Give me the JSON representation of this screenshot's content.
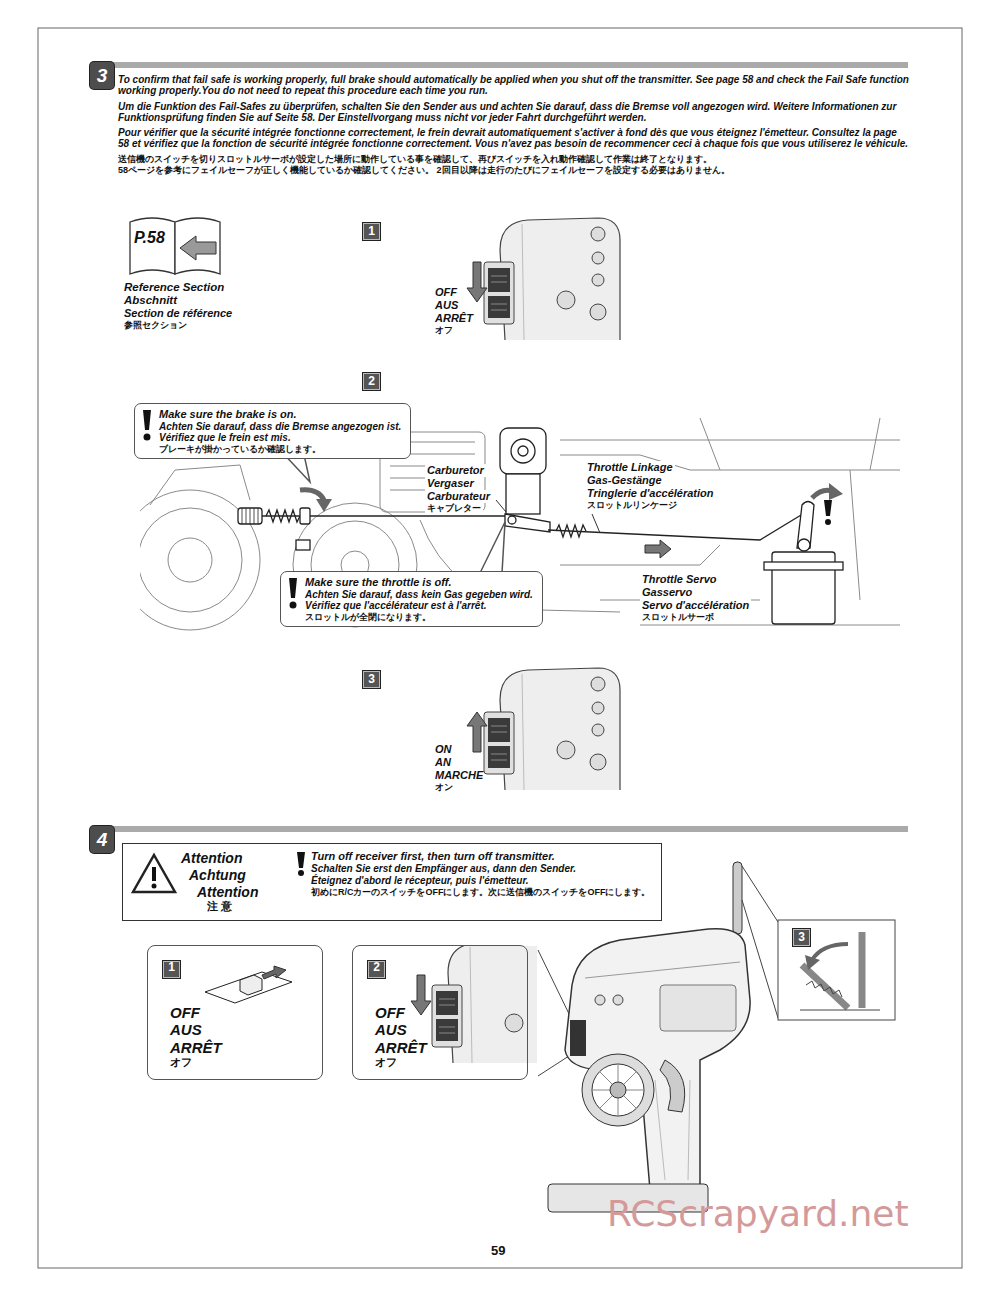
{
  "diagram": {
    "nodes": [
      {
        "text": [
          "3"
        ]
      },
      {
        "text": [
          "1"
        ]
      },
      {
        "text": [
          "2"
        ]
      },
      {
        "text": [
          "Make sure the brake is on.",
          "Achten Sie darauf, dass die Bremse angezogen ist.",
          "Vérifiez que le frein est mis.",
          "ブレーキが掛かっているか確認します。"
        ]
      },
      {
        "text": [
          "Make sure the throttle is off.",
          "Achten Sie darauf, dass kein Gas gegeben wird.",
          "Vérifiez que l'accélérateur est à l'arrêt.",
          "スロットルが全閉になります。"
        ]
      },
      {
        "text": [
          "3"
        ]
      },
      {
        "text": [
          "4"
        ]
      },
      {
        "text": [
          "Attention",
          "Achtung",
          "Attention",
          "注 意",
          "Turn off receiver first, then turn off transmitter.",
          "Schalten Sie erst den Empfänger aus, dann den Sender.",
          "Éteignez d'abord le récepteur, puis l'émetteur.",
          "初めにR/CカーのスイッチをOFFにします。次に送信機のスイッチをOFFにします。"
        ]
      },
      {
        "text": [
          "OFF",
          "AUS",
          "ARRÊT",
          "オフ"
        ]
      },
      {
        "text": [
          "1"
        ],
        "in": 8
      },
      {
        "text": [
          "OFF",
          "AUS",
          "ARRÊT",
          "オフ"
        ]
      },
      {
        "text": [
          "2"
        ],
        "in": 10
      },
      {
        "text": [
          "3"
        ]
      }
    ],
    "labels": [
      "To confirm that fail safe is working properly, full brake should automatically be applied when you shut off the transmitter. See page 58 and check the Fail Safe function working properly.You do not need to repeat this procedure each time you run.",
      "Um die Funktion des Fail-Safes zu überprüfen, schalten Sie den Sender aus und achten Sie darauf, dass die Bremse voll angezogen wird. Weitere Informationen zur Funktionsprüfung finden Sie auf Seite 58. Der Einstellvorgang muss nicht vor jeder Fahrt durchgeführt werden.",
      "Pour vérifier que la sécurité intégrée fonctionne correctement, le frein devrait automatiquement s'activer à fond dès que vous éteignez l'émetteur. Consultez la page 58 et vérifiez que la fonction de sécurité intégrée fonctionne correctement. Vous n'avez pas besoin de recommencer ceci à chaque fois que vous utiliserez le véhicule.",
      "送信機のスイッチを切りスロットルサーボが設定した場所に動作している事を確認して、再びスイッチを入れ動作確認して作業は終了となります。",
      "58ページを参考にフェイルセーフが正しく機能しているか確認してください。 2回目以降は走行のたびにフェイルセーフを設定する必要はありません。",
      "P.58",
      "Reference Section",
      "Abschnitt",
      "Section de référence",
      "参照セクション",
      "OFF",
      "AUS",
      "ARRÊT",
      "オフ",
      "Carburetor",
      "Vergaser",
      "Carburateur",
      "キャブレター",
      "Throttle Linkage",
      "Gas-Gestänge",
      "Tringlerie d'accélération",
      "スロットルリンケージ",
      "Throttle Servo",
      "Gasservo",
      "Servo d'accélération",
      "スロットルサーボ",
      "ON",
      "AN",
      "MARCHE",
      "オン",
      "59",
      "RCScrapyard.net"
    ]
  }
}
